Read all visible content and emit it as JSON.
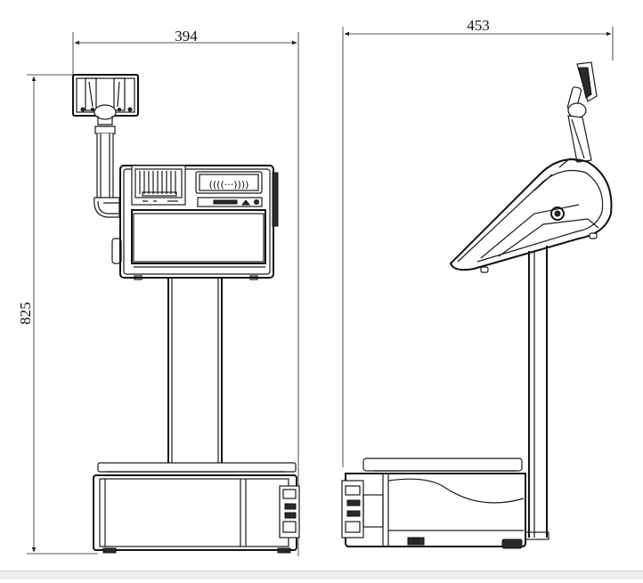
{
  "dimensions": {
    "front_width": "394",
    "side_depth": "453",
    "total_height": "825"
  }
}
